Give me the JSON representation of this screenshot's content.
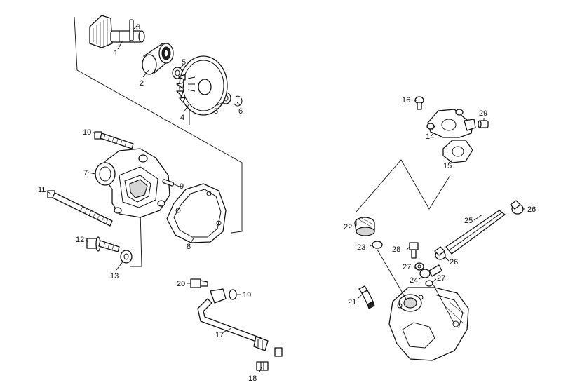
{
  "callouts": {
    "c1": "1",
    "c2": "2",
    "c3": "3",
    "c4": "4",
    "c5a": "5",
    "c5b": "5",
    "c6": "6",
    "c7": "7",
    "c8": "8",
    "c9": "9",
    "c10": "10",
    "c11": "11",
    "c12": "12",
    "c13": "13",
    "c14": "14",
    "c15": "15",
    "c16": "16",
    "c17": "17",
    "c18": "18",
    "c19": "19",
    "c20": "20",
    "c21": "21",
    "c22": "22",
    "c23": "23",
    "c24": "24",
    "c25": "25",
    "c26a": "26",
    "c26b": "26",
    "c27a": "27",
    "c27b": "27",
    "c28": "28",
    "c29": "29"
  }
}
